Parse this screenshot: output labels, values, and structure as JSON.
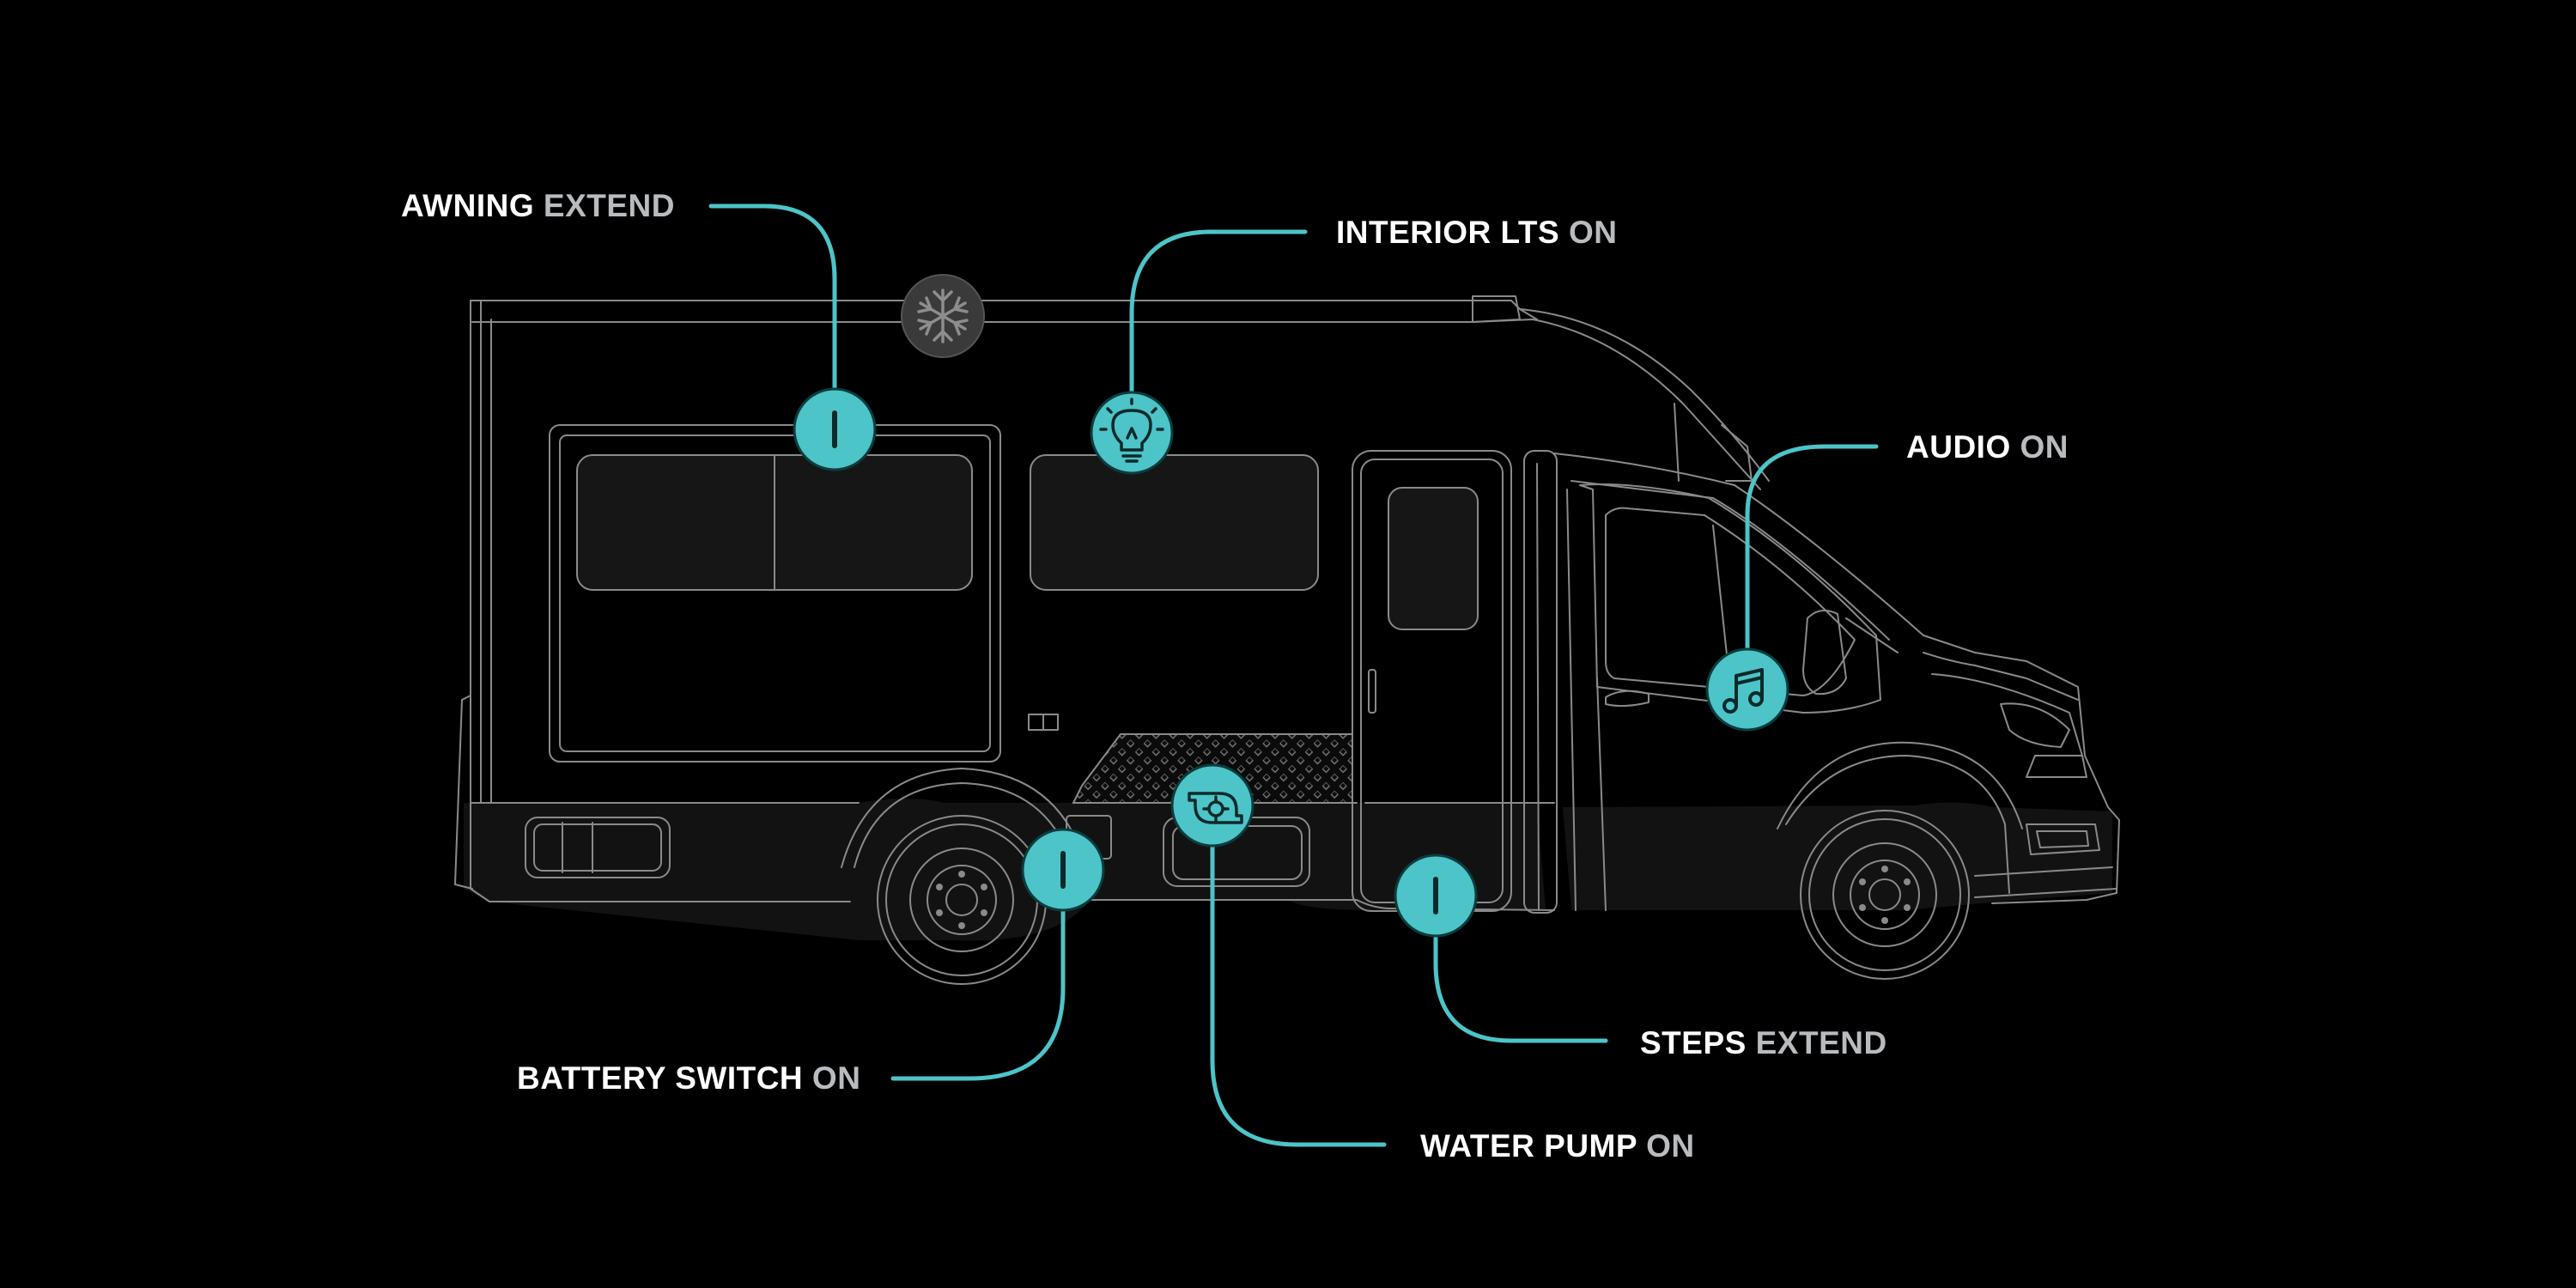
{
  "controls": [
    {
      "id": "awning",
      "name": "AWNING",
      "state": "EXTEND",
      "icon": "toggle-bar-icon"
    },
    {
      "id": "interior-lights",
      "name": "INTERIOR LTS",
      "state": "ON",
      "icon": "light-bulb-icon"
    },
    {
      "id": "audio",
      "name": "AUDIO",
      "state": "ON",
      "icon": "music-note-icon"
    },
    {
      "id": "steps",
      "name": "STEPS",
      "state": "EXTEND",
      "icon": "toggle-bar-icon"
    },
    {
      "id": "battery-switch",
      "name": "BATTERY SWITCH",
      "state": "ON",
      "icon": "toggle-bar-icon"
    },
    {
      "id": "water-pump",
      "name": "WATER PUMP",
      "state": "ON",
      "icon": "water-pump-icon"
    }
  ],
  "air_conditioner": {
    "icon": "snowflake-icon",
    "state": "inactive"
  },
  "colors": {
    "accent": "#4cc4c8",
    "background": "#000000",
    "label_name": "#ffffff",
    "label_state": "#b9bcbf",
    "outline": "#8a8a8a",
    "inactive_control": "#3a3a3a"
  }
}
